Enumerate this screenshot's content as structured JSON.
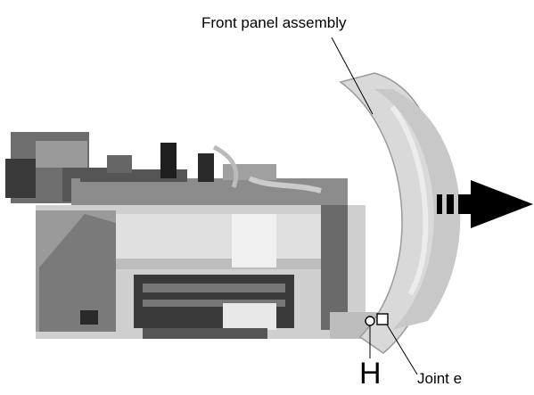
{
  "labels": {
    "front_panel": "Front panel assembly",
    "marker_h": "H",
    "joint_e": "Joint e"
  },
  "colors": {
    "panel": "#d9d9d9",
    "panel_inner": "#c8c8c8",
    "chassis_dark": "#3a3a3a",
    "chassis_mid": "#8c8c8c",
    "chassis_light": "#bdbdbd",
    "arrow": "#000000"
  },
  "icons": {
    "direction": "arrow-right-dashed-icon",
    "point_h": "circle-marker-icon",
    "point_e": "square-marker-icon"
  }
}
